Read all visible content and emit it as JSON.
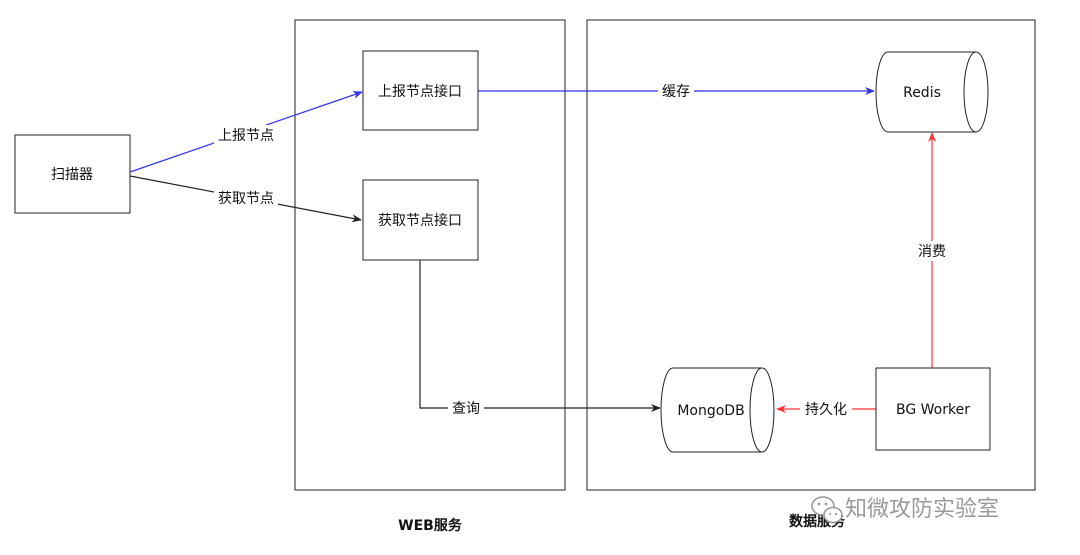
{
  "groups": {
    "web": "WEB服务",
    "data": "数据服务"
  },
  "nodes": {
    "scanner": "扫描器",
    "report_api": "上报节点接口",
    "fetch_api": "获取节点接口",
    "redis": "Redis",
    "mongodb": "MongoDB",
    "bg_worker": "BG Worker"
  },
  "edges": {
    "report": "上报节点",
    "fetch": "获取节点",
    "cache": "缓存",
    "query": "查询",
    "consume": "消费",
    "persist": "持久化"
  },
  "watermark": "知微攻防实验室",
  "colors": {
    "blue_edge": "#3333ee",
    "red_edge": "#ff3333",
    "black_edge": "#222222"
  },
  "icons": {
    "watermark": "wechat-icon"
  }
}
